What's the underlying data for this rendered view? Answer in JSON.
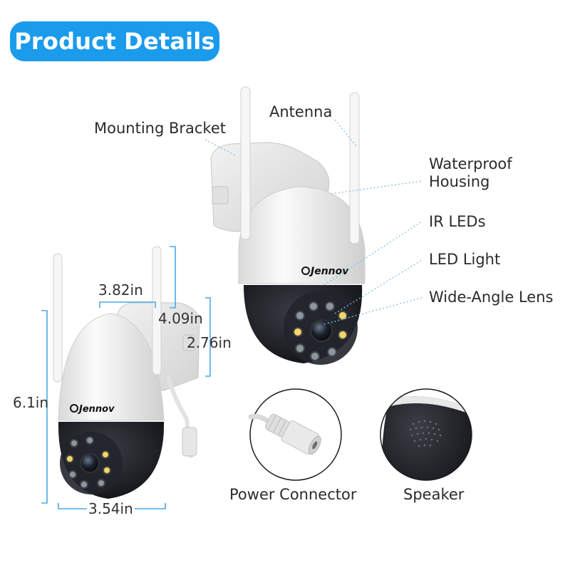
{
  "header": {
    "title": "Product Details"
  },
  "brand": {
    "logo_text": "Jennov"
  },
  "labels": {
    "antenna": "Antenna",
    "mounting_bracket": "Mounting Bracket",
    "waterproof_housing_line1": "Waterproof",
    "waterproof_housing_line2": "Housing",
    "ir_leds": "IR LEDs",
    "led_light": "LED Light",
    "wide_angle_lens": "Wide-Angle Lens",
    "power_connector": "Power Connector",
    "speaker": "Speaker"
  },
  "dimensions": {
    "bracket_width": "3.82in",
    "bracket_height": "4.09in",
    "bracket_depth": "2.76in",
    "camera_height": "6.1in",
    "camera_width": "3.54in"
  },
  "colors": {
    "header_bg": "#1a9bec",
    "dimension_line": "#4aa8e8",
    "callout_line": "#7ec4ea",
    "camera_dark": "#1b1d22",
    "camera_white": "#f4f4f4"
  }
}
